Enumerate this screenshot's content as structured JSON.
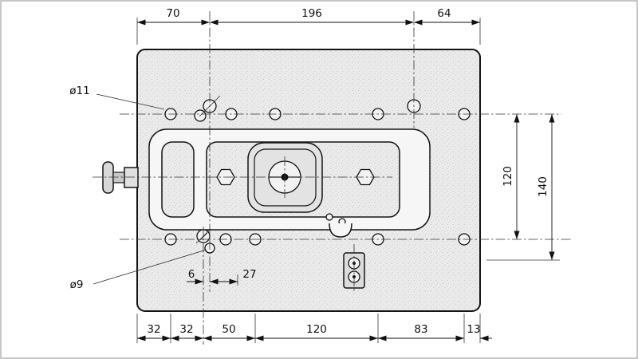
{
  "drawing": {
    "title": "mounting-plate-dimension-drawing",
    "labels": {
      "hole_top_left": "ø11",
      "hole_bottom_left": "ø9"
    },
    "dimensions": {
      "top": [
        "70",
        "196",
        "64"
      ],
      "bottom": [
        "32",
        "32",
        "50",
        "120",
        "83",
        "13"
      ],
      "right": [
        "120",
        "140"
      ],
      "detail": [
        "6",
        "27"
      ]
    }
  },
  "colors": {
    "line": "#141414",
    "plate_fill": "#ebebeb",
    "groove_fill": "#f6f6f6",
    "frame": "#b4b4b4"
  }
}
